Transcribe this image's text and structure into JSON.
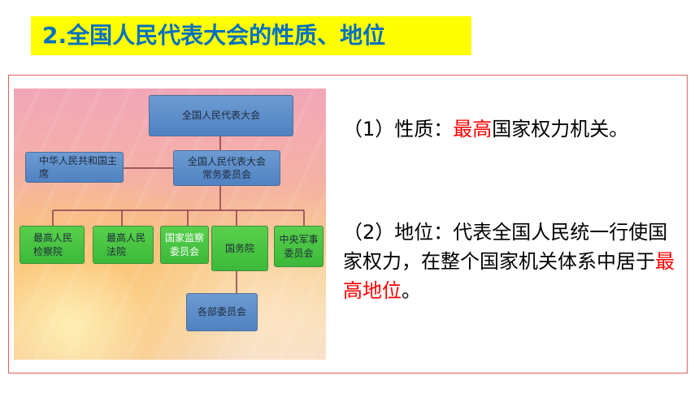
{
  "title": "2.全国人民代表大会的性质、地位",
  "org_chart": {
    "npc": "全国人民代表大会",
    "standing_line1": "全国人民代表大会",
    "standing_line2": "常务委员会",
    "president": "中华人民共和国主席",
    "procuratorate_line1": "最高人民",
    "procuratorate_line2": "检察院",
    "court_line1": "最高人民",
    "court_line2": "法院",
    "supervision_line1": "国家监察",
    "supervision_line2": "委员会",
    "state_council": "国务院",
    "military_line1": "中央军事",
    "military_line2": "委员会",
    "ministries": "各部委员会"
  },
  "nature": {
    "prefix": "（1）性质：",
    "highlight": "最高",
    "suffix": "国家权力机关。"
  },
  "status": {
    "prefix": "（2）地位：代表全国人民统一行使国家权力，在整个国家机关体系中居于",
    "highlight": "最高地位",
    "suffix": "。"
  },
  "colors": {
    "title_bg": "#ffff00",
    "title_text": "#0070c0",
    "highlight": "#ff0000",
    "frame": "#e06060"
  }
}
